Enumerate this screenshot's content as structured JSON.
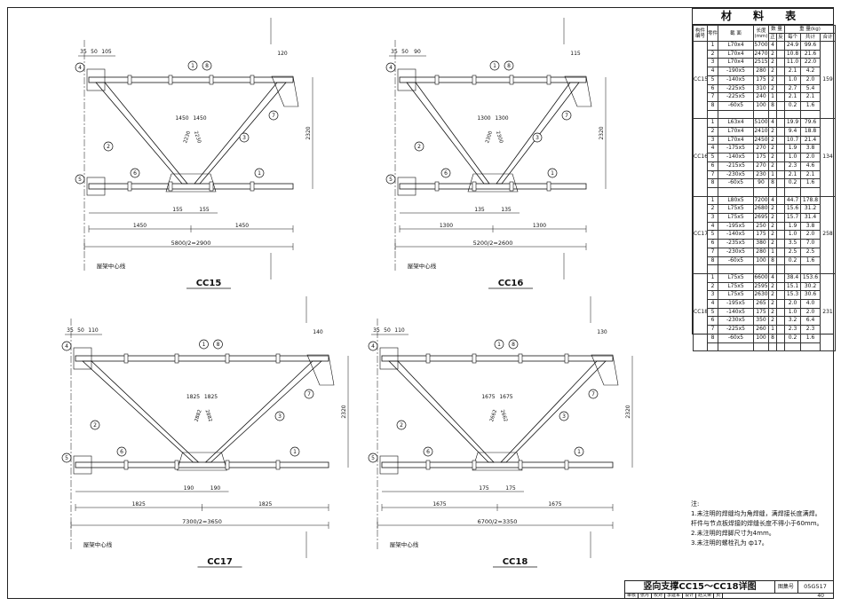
{
  "drawings": [
    {
      "id": "cc15",
      "label": "CC15",
      "half_width": "5800/2=2900",
      "dim_half": "1450",
      "diag_top": "1450",
      "diag_mid": "2230",
      "diag_mid2": "1450",
      "height": "2320",
      "gap": "155",
      "axis_label": "屋架中心线",
      "top_dims": [
        "35",
        "50",
        "105"
      ],
      "right_top": "120"
    },
    {
      "id": "cc16",
      "label": "CC16",
      "half_width": "5200/2=2600",
      "dim_half": "1300",
      "diag_top": "1300",
      "diag_mid": "2300",
      "diag_mid2": "1300",
      "height": "2320",
      "gap": "135",
      "axis_label": "屋架中心线",
      "top_dims": [
        "35",
        "50",
        "90"
      ],
      "right_top": "115"
    },
    {
      "id": "cc17",
      "label": "CC17",
      "half_width": "7300/2=3650",
      "dim_half": "1825",
      "diag_top": "1825",
      "diag_mid": "2882",
      "diag_mid2": "1825",
      "height": "2320",
      "gap": "190",
      "axis_label": "屋架中心线",
      "top_dims": [
        "35",
        "50",
        "110"
      ],
      "right_top": "140"
    },
    {
      "id": "cc18",
      "label": "CC18",
      "half_width": "6700/2=3350",
      "dim_half": "1675",
      "diag_top": "1675",
      "diag_mid": "2662",
      "diag_mid2": "1675",
      "height": "2320",
      "gap": "175",
      "axis_label": "屋架中心线",
      "top_dims": [
        "35",
        "50",
        "110"
      ],
      "right_top": "130"
    }
  ],
  "material_table": {
    "title": "材 料 表",
    "headers": {
      "member": "构件编号",
      "part": "零件号",
      "section": "截 面",
      "length": "长度(mm)",
      "qty": "数 量",
      "qty_pos": "正",
      "qty_neg": "反",
      "weight": "重 量(kg)",
      "w_each": "每个",
      "w_total": "共计",
      "w_sum": "合计"
    },
    "groups": [
      {
        "member": "CC15",
        "sum": "159",
        "rows": [
          [
            "1",
            "L70x4",
            "5700",
            "4",
            "",
            "24.9",
            "99.6"
          ],
          [
            "2",
            "L70x4",
            "2470",
            "2",
            "",
            "10.8",
            "21.6"
          ],
          [
            "3",
            "L70x4",
            "2515",
            "2",
            "",
            "11.0",
            "22.0"
          ],
          [
            "4",
            "-190x5",
            "280",
            "2",
            "",
            "2.1",
            "4.2"
          ],
          [
            "5",
            "-140x5",
            "175",
            "2",
            "",
            "1.0",
            "2.0"
          ],
          [
            "6",
            "-225x5",
            "310",
            "2",
            "",
            "2.7",
            "5.4"
          ],
          [
            "7",
            "-225x5",
            "240",
            "1",
            "",
            "2.1",
            "2.1"
          ],
          [
            "8",
            "-60x5",
            "100",
            "8",
            "",
            "0.2",
            "1.6"
          ]
        ]
      },
      {
        "member": "CC16",
        "sum": "134",
        "rows": [
          [
            "1",
            "L63x4",
            "5100",
            "4",
            "",
            "19.9",
            "79.6"
          ],
          [
            "2",
            "L70x4",
            "2410",
            "2",
            "",
            "9.4",
            "18.8"
          ],
          [
            "3",
            "L70x4",
            "2450",
            "2",
            "",
            "10.7",
            "21.4"
          ],
          [
            "4",
            "-175x5",
            "270",
            "2",
            "",
            "1.9",
            "3.8"
          ],
          [
            "5",
            "-140x5",
            "175",
            "2",
            "",
            "1.0",
            "2.0"
          ],
          [
            "6",
            "-215x5",
            "270",
            "2",
            "",
            "2.3",
            "4.6"
          ],
          [
            "7",
            "-230x5",
            "230",
            "1",
            "",
            "2.1",
            "2.1"
          ],
          [
            "8",
            "-60x5",
            "90",
            "8",
            "",
            "0.2",
            "1.6"
          ]
        ]
      },
      {
        "member": "CC17",
        "sum": "258",
        "rows": [
          [
            "1",
            "L80x5",
            "7200",
            "4",
            "",
            "44.7",
            "178.8"
          ],
          [
            "2",
            "L75x5",
            "2680",
            "2",
            "",
            "15.6",
            "31.2"
          ],
          [
            "3",
            "L75x5",
            "2695",
            "2",
            "",
            "15.7",
            "31.4"
          ],
          [
            "4",
            "-195x5",
            "250",
            "2",
            "",
            "1.9",
            "3.8"
          ],
          [
            "5",
            "-140x5",
            "175",
            "2",
            "",
            "1.0",
            "2.0"
          ],
          [
            "6",
            "-235x5",
            "380",
            "2",
            "",
            "3.5",
            "7.0"
          ],
          [
            "7",
            "-230x5",
            "280",
            "1",
            "",
            "2.5",
            "2.5"
          ],
          [
            "8",
            "-60x5",
            "100",
            "8",
            "",
            "0.2",
            "1.6"
          ]
        ]
      },
      {
        "member": "CC18",
        "sum": "231",
        "rows": [
          [
            "1",
            "L75x5",
            "6600",
            "4",
            "",
            "38.4",
            "153.6"
          ],
          [
            "2",
            "L75x5",
            "2595",
            "2",
            "",
            "15.1",
            "30.2"
          ],
          [
            "3",
            "L75x5",
            "2630",
            "2",
            "",
            "15.3",
            "30.6"
          ],
          [
            "4",
            "-195x5",
            "265",
            "2",
            "",
            "2.0",
            "4.0"
          ],
          [
            "5",
            "-140x5",
            "175",
            "2",
            "",
            "1.0",
            "2.0"
          ],
          [
            "6",
            "-230x5",
            "350",
            "2",
            "",
            "3.2",
            "6.4"
          ],
          [
            "7",
            "-225x5",
            "260",
            "1",
            "",
            "2.3",
            "2.3"
          ],
          [
            "8",
            "-60x5",
            "100",
            "8",
            "",
            "0.2",
            "1.6"
          ]
        ]
      }
    ]
  },
  "notes": {
    "heading": "注:",
    "lines": [
      "1.未注明的焊缝均为角焊缝，满焊接长度满焊。",
      "  杆件与节点板焊接的焊缝长度不得小于60mm。",
      "2.未注明的焊脚尺寸为4mm。",
      "3.未注明的螺栓孔为 ф17。"
    ]
  },
  "title_block": {
    "title": "竖向支撑CC15～CC18详图",
    "atlas_label": "图集号",
    "atlas_no": "05G517",
    "page_label": "页",
    "page_no": "40",
    "signatures": [
      "审核",
      "张丹",
      "校对",
      "李建军",
      "设计",
      "赵文荣"
    ]
  }
}
